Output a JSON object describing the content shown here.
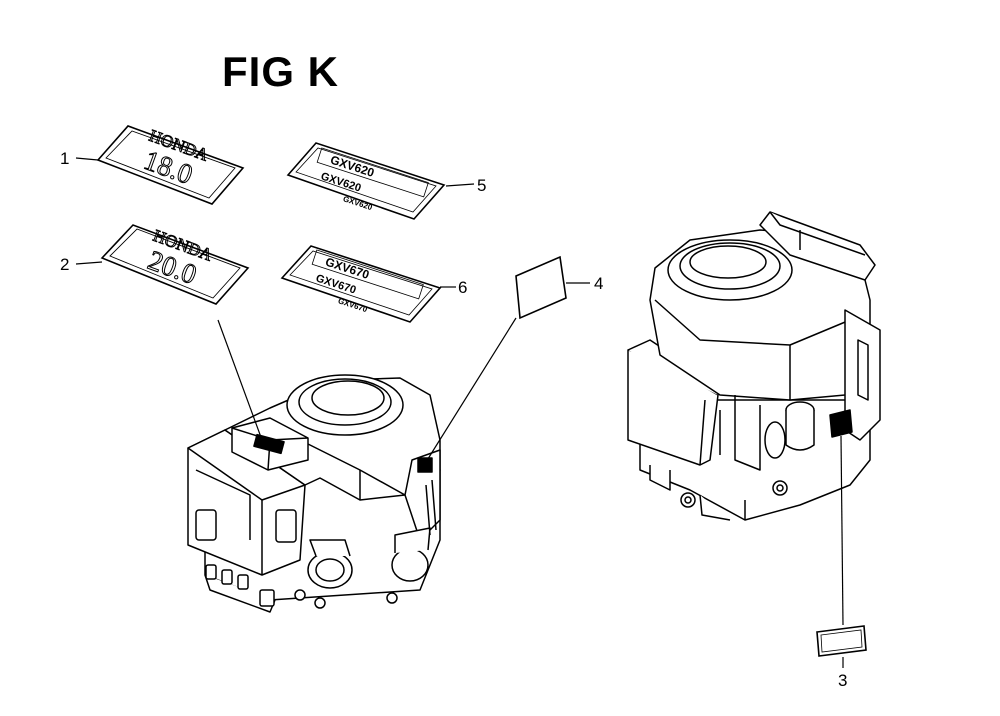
{
  "figure": {
    "title": "FIG K",
    "callouts": [
      "1",
      "2",
      "3",
      "4",
      "5",
      "6"
    ],
    "decals": {
      "badge_1": {
        "brand": "HONDA",
        "model": "18.0"
      },
      "badge_2": {
        "brand": "HONDA",
        "model": "20.0"
      },
      "label_5": {
        "line1": "GXV620",
        "line2": "GXV620",
        "line3": "GXV620"
      },
      "label_6": {
        "line1": "GXV670",
        "line2": "GXV670",
        "line3": "GXV670"
      }
    }
  }
}
